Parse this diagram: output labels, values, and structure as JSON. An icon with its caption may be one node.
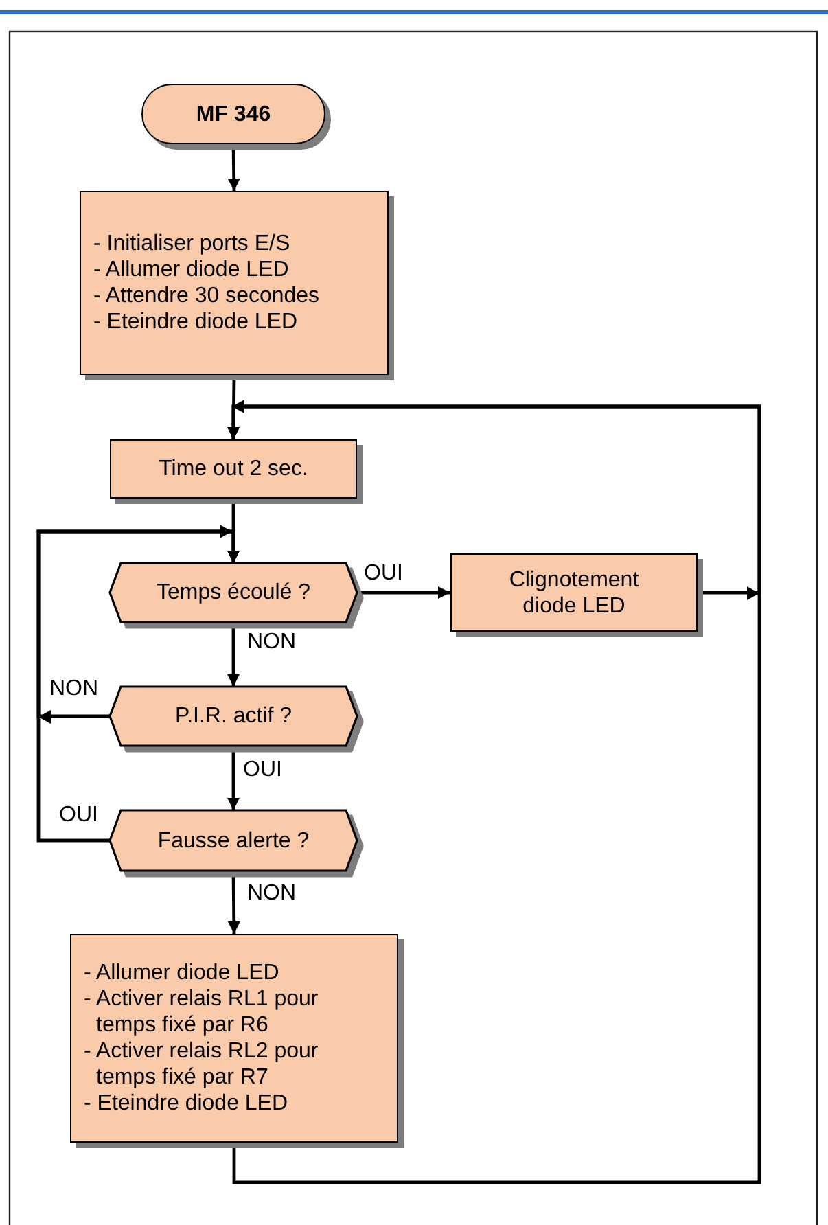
{
  "diagram": {
    "nodes": [
      {
        "text": [
          "MF 346"
        ]
      },
      {
        "text": [
          "- Initialiser ports E/S",
          "- Allumer diode LED",
          "- Attendre 30 secondes",
          "- Eteindre diode LED"
        ]
      },
      {
        "text": [
          "Time out 2 sec."
        ]
      },
      {
        "text": [
          "Temps écoulé ?"
        ]
      },
      {
        "text": [
          "Clignotement diode LED"
        ]
      },
      {
        "text": [
          "P.I.R. actif ?"
        ]
      },
      {
        "text": [
          "Fausse alerte ?"
        ]
      },
      {
        "text": [
          "- Allumer diode LED",
          "- Activer relais RL1 pour temps fixé par R6",
          "- Activer relais RL2 pour temps fixé par R7",
          "- Eteindre diode LED"
        ]
      }
    ],
    "edges": [
      {
        "from": 0,
        "to": 1,
        "arrow": "to"
      },
      {
        "from": 1,
        "to": 2,
        "arrow": "to"
      },
      {
        "from": 2,
        "to": 3,
        "arrow": "to"
      },
      {
        "from": 3,
        "to": 4,
        "arrow": "to",
        "label": "OUI"
      },
      {
        "from": 3,
        "to": 5,
        "arrow": "to",
        "label": "NON"
      },
      {
        "from": 5,
        "to": 3,
        "arrow": "to",
        "label": "NON"
      },
      {
        "from": 5,
        "to": 6,
        "arrow": "to",
        "label": "OUI"
      },
      {
        "from": 6,
        "to": 3,
        "arrow": "to",
        "label": "OUI"
      },
      {
        "from": 6,
        "to": 7,
        "arrow": "to",
        "label": "NON"
      },
      {
        "from": 4,
        "to": 2,
        "arrow": "to"
      },
      {
        "from": 7,
        "to": 2,
        "arrow": "to"
      }
    ]
  }
}
